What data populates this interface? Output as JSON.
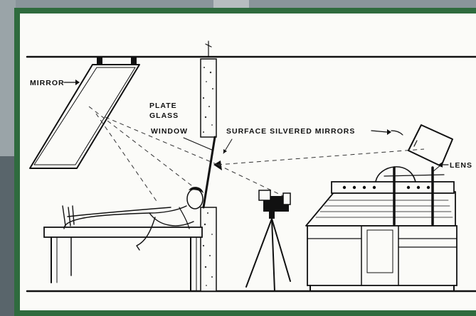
{
  "labels": {
    "mirror": "MIRROR",
    "plate_glass_line1": "PLATE",
    "plate_glass_line2": "GLASS",
    "window": "WINDOW",
    "surface_silvered_mirrors": "SURFACE SILVERED MIRRORS",
    "lens": "LENS"
  },
  "colors": {
    "frame": "#2f6b3e",
    "paper": "#fbfbf8",
    "ink": "#111111",
    "backdrop": "#6f7c84"
  }
}
